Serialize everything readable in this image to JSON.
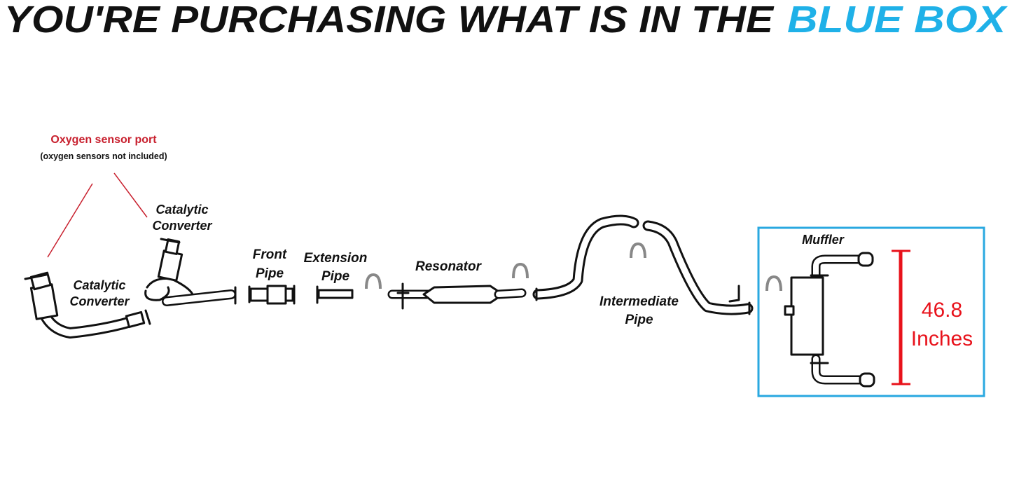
{
  "header": {
    "title_main": "YOU'RE PURCHASING WHAT IS IN THE",
    "title_highlight": "BLUE BOX"
  },
  "colors": {
    "title": "#111111",
    "highlight": "#1fb1e8",
    "sensor_note": "#c8202e",
    "dimension": "#e8121b",
    "box_border": "#29a8e0"
  },
  "sensor_note": {
    "title": "Oxygen sensor port",
    "subtitle": "(oxygen sensors not included)"
  },
  "parts": {
    "cat_upper": [
      "Catalytic",
      "Converter"
    ],
    "cat_lower": [
      "Catalytic",
      "Converter"
    ],
    "front_pipe": [
      "Front",
      "Pipe"
    ],
    "extension_pipe": [
      "Extension",
      "Pipe"
    ],
    "resonator": "Resonator",
    "intermediate_pipe": [
      "Intermediate",
      "Pipe"
    ],
    "muffler": "Muffler"
  },
  "dimension": {
    "value": "46.8",
    "unit": "Inches"
  }
}
